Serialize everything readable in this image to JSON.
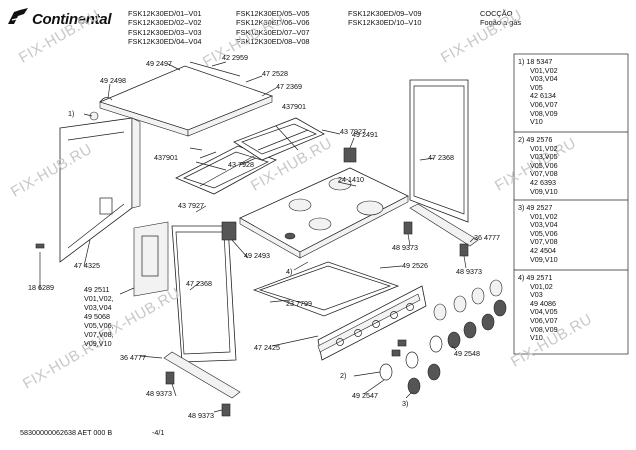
{
  "brand": "Continental",
  "header": {
    "col1": [
      "FSK12K30ED/01–V01",
      "FSK12K30ED/02–V02",
      "FSK12K30ED/03–V03",
      "FSK12K30ED/04–V04"
    ],
    "col2": [
      "FSK12K30ED/05–V05",
      "FSK12K30ED/06–V06",
      "FSK12K30ED/07–V07",
      "FSK12K30ED/08–V08"
    ],
    "col3": [
      "FSK12K30ED/09–V09",
      "FSK12K30ED/10–V10"
    ],
    "category": [
      "COCÇÃO",
      "Fogão a gás"
    ]
  },
  "watermark": "FIX-HUB.RU",
  "sidepanel": [
    {
      "lines": [
        "1)  18 5347",
        "V01,V02",
        "V03,V04",
        "V05",
        "42 6134",
        "V06,V07",
        "V08,V09",
        "V10"
      ]
    },
    {
      "lines": [
        "2)  49 2576",
        "V01,V02",
        "V03,V05",
        "V05,V06",
        "V07,V08",
        "42 6393",
        "V09,V10"
      ]
    },
    {
      "lines": [
        "3)  49 2527",
        "V01,V02",
        "V03,V04",
        "V05,V06",
        "V07,V08",
        "42 4504",
        "V09,V10"
      ]
    },
    {
      "lines": [
        "4)  49 2571",
        "V01,02",
        "V03",
        "49 4086",
        "V04,V05",
        "V06,V07",
        "V08,V09",
        "V10"
      ]
    }
  ],
  "labels": {
    "l01": "49 2497",
    "l02": "42 2959",
    "l03": "47 2528",
    "l04": "47 2369",
    "l05": "49 2498",
    "l06": "1)",
    "l07": "437901",
    "l08": "43 7927",
    "l09": "437901",
    "l10": "43 7928",
    "l11": "49 2491",
    "l12": "24 1410",
    "l13": "47 2368",
    "l14": "43 7927",
    "l15": "47 4325",
    "l16": "18 6289",
    "l17": "49 2493",
    "l18": "48 9373",
    "l19": "36 4777",
    "l20": "4)",
    "l21": "49 2526",
    "l22": "48 9373",
    "l23": "49 2511",
    "l24": "V01,V02,",
    "l25": "V03,V04",
    "l26": "49 5068",
    "l27": "V05,V06,",
    "l28": "V07,V08,",
    "l29": "V09,V10",
    "l30": "47 2368",
    "l31": "23 7799",
    "l32": "47 2425",
    "l33": "36 4777",
    "l34": "48 9373",
    "l35": "48 9373",
    "l36": "2)",
    "l37": "49 2547",
    "l38": "49 2548",
    "l39": "3)"
  },
  "footer": {
    "code": "58300000062638 AET 000 B",
    "page": "-4/1"
  }
}
